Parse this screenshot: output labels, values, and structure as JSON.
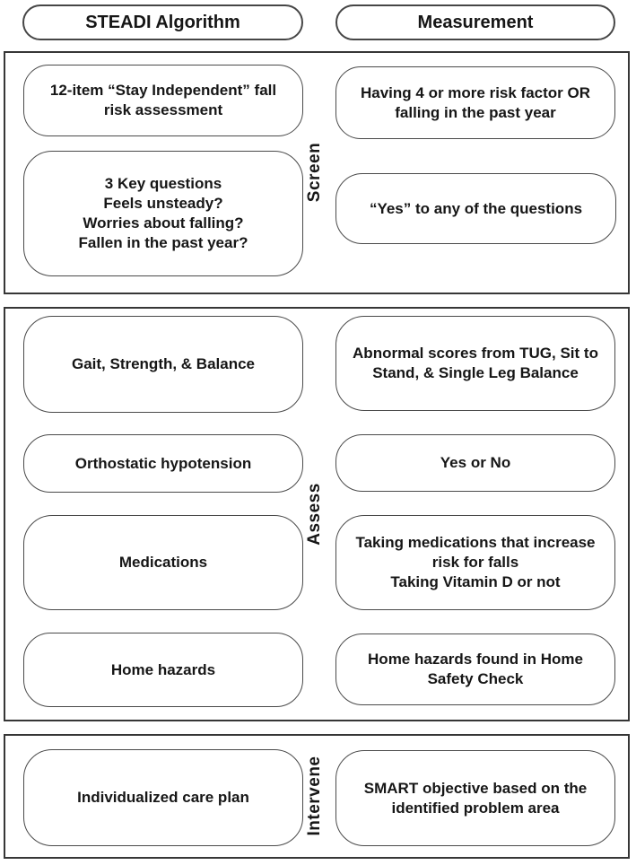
{
  "palette": {
    "background": "#ffffff",
    "section_border": "#363636",
    "box_border": "#4a4a4a",
    "text": "#161616"
  },
  "header": {
    "algorithm": "STEADI Algorithm",
    "measurement": "Measurement"
  },
  "sections": [
    {
      "label": "Screen",
      "algorithm": [
        "12-item “Stay Independent” fall\nrisk assessment",
        "3 Key questions\nFeels unsteady?\nWorries about falling?\nFallen in the past year?"
      ],
      "measurement": [
        "Having 4 or more risk factor OR\nfalling in the past year",
        "“Yes” to any of the questions"
      ]
    },
    {
      "label": "Assess",
      "algorithm": [
        "Gait, Strength, & Balance",
        "Orthostatic hypotension",
        "Medications",
        "Home hazards"
      ],
      "measurement": [
        "Abnormal scores from TUG, Sit to\nStand, & Single Leg Balance",
        "Yes or No",
        "Taking medications that increase\nrisk for falls\nTaking Vitamin D or not",
        "Home hazards found in Home\nSafety Check"
      ]
    },
    {
      "label": "Intervene",
      "algorithm": [
        "Individualized care plan"
      ],
      "measurement": [
        "SMART objective based on the\nidentified problem area"
      ]
    }
  ]
}
